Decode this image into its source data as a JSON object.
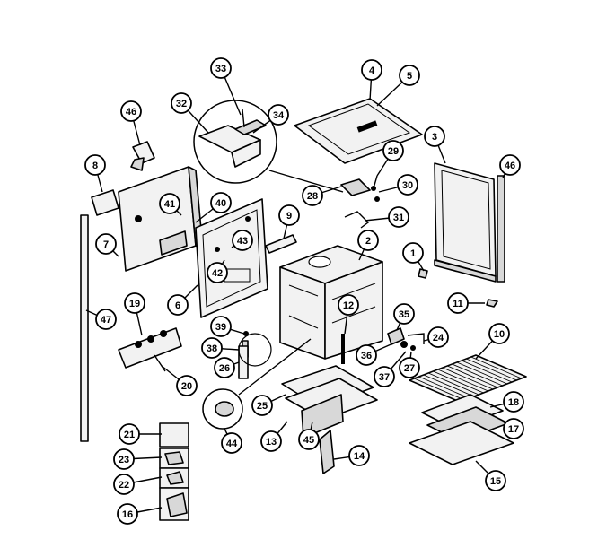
{
  "callouts": [
    {
      "label": "33"
    },
    {
      "label": "4"
    },
    {
      "label": "5"
    },
    {
      "label": "32"
    },
    {
      "label": "34"
    },
    {
      "label": "46"
    },
    {
      "label": "29"
    },
    {
      "label": "3"
    },
    {
      "label": "46"
    },
    {
      "label": "8"
    },
    {
      "label": "28"
    },
    {
      "label": "30"
    },
    {
      "label": "40"
    },
    {
      "label": "41"
    },
    {
      "label": "9"
    },
    {
      "label": "31"
    },
    {
      "label": "43"
    },
    {
      "label": "2"
    },
    {
      "label": "7"
    },
    {
      "label": "1"
    },
    {
      "label": "42"
    },
    {
      "label": "6"
    },
    {
      "label": "11"
    },
    {
      "label": "19"
    },
    {
      "label": "12"
    },
    {
      "label": "35"
    },
    {
      "label": "47"
    },
    {
      "label": "39"
    },
    {
      "label": "10"
    },
    {
      "label": "24"
    },
    {
      "label": "38"
    },
    {
      "label": "36"
    },
    {
      "label": "27"
    },
    {
      "label": "26"
    },
    {
      "label": "37"
    },
    {
      "label": "20"
    },
    {
      "label": "18"
    },
    {
      "label": "25"
    },
    {
      "label": "17"
    },
    {
      "label": "21"
    },
    {
      "label": "44"
    },
    {
      "label": "13"
    },
    {
      "label": "45"
    },
    {
      "label": "23"
    },
    {
      "label": "14"
    },
    {
      "label": "15"
    },
    {
      "label": "22"
    },
    {
      "label": "16"
    }
  ]
}
